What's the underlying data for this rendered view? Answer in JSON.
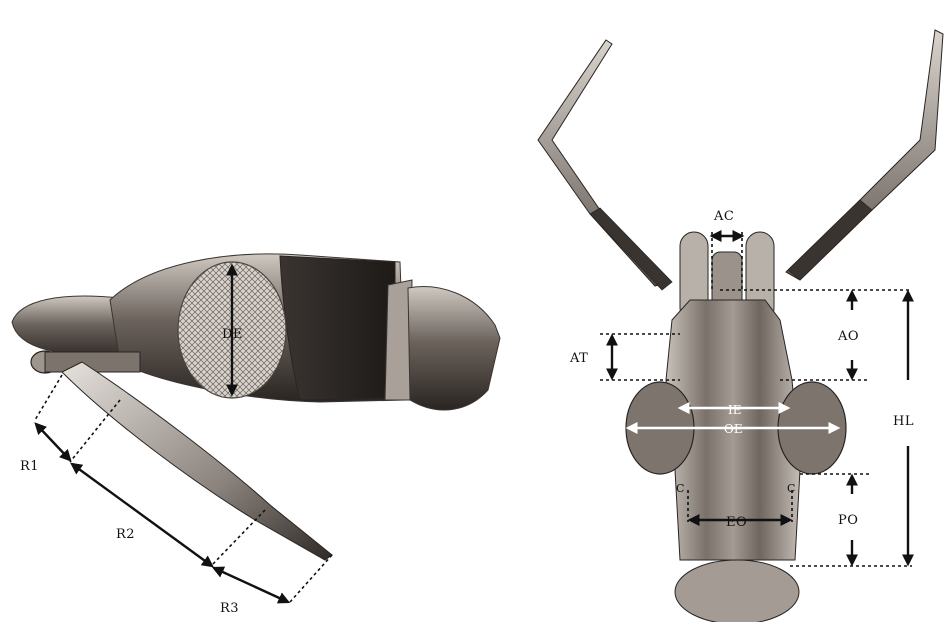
{
  "figure": {
    "lateral_view": {
      "labels": {
        "de": "DE",
        "r1": "R1",
        "r2": "R2",
        "r3": "R3"
      }
    },
    "dorsal_view": {
      "labels": {
        "ac": "AC",
        "at": "AT",
        "ao": "AO",
        "hl": "HL",
        "ie": "IE",
        "oe": "OE",
        "eo": "EO",
        "po": "PO",
        "c_left": "C",
        "c_right": "C"
      }
    }
  }
}
